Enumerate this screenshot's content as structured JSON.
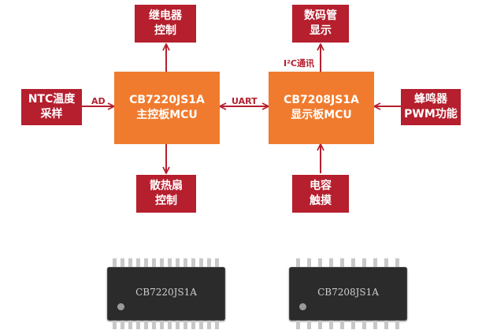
{
  "boxes": {
    "relay": [
      "继电器",
      "控制"
    ],
    "segment": [
      "数码管",
      "显示"
    ],
    "ntc": [
      "NTC温度",
      "采样"
    ],
    "mcu_main": [
      "CB7220JS1A",
      "主控板MCU"
    ],
    "mcu_display": [
      "CB7208JS1A",
      "显示板MCU"
    ],
    "buzzer": [
      "蜂鸣器",
      "PWM功能"
    ],
    "fan": [
      "散热扇",
      "控制"
    ],
    "touch": [
      "电容",
      "触摸"
    ]
  },
  "labels": {
    "ad": "AD",
    "uart": "UART",
    "i2c": "I²C通讯"
  },
  "chips": {
    "left_marking": "CB7220JS1A",
    "right_marking": "CB7208JS1A"
  },
  "colors": {
    "red": "#b51f2e",
    "orange": "#f07b2e",
    "arrow": "#b51f2e"
  }
}
